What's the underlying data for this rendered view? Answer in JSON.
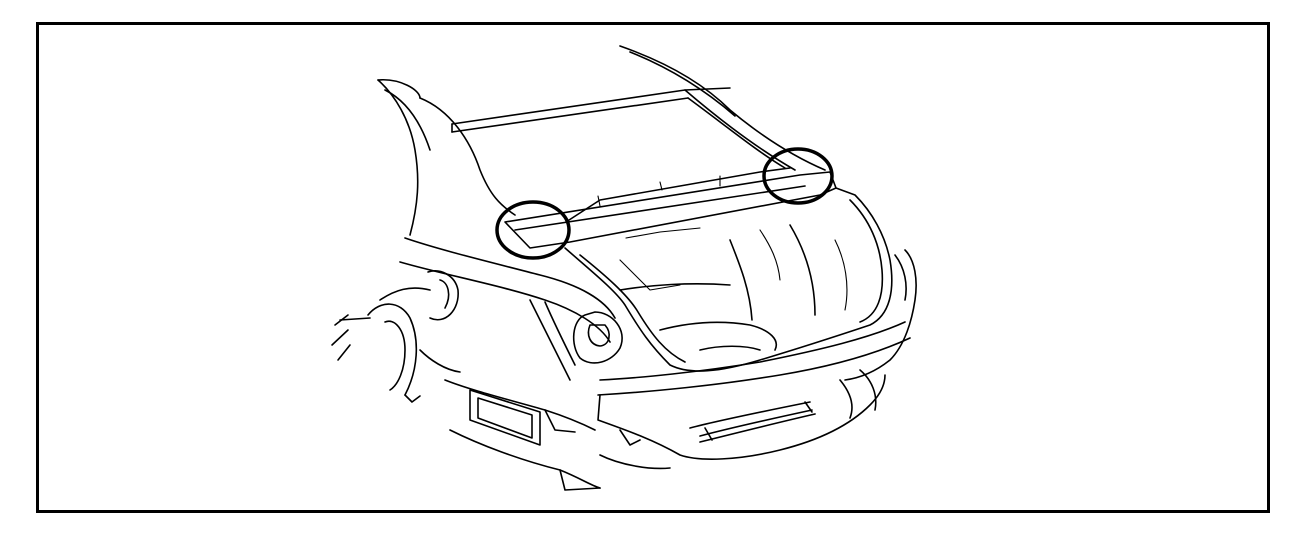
{
  "figure": {
    "subject": "vehicle-rear-body-trunk-open",
    "markers": [
      {
        "name": "left-attachment-point",
        "shape": "circle"
      },
      {
        "name": "right-attachment-point",
        "shape": "circle"
      }
    ],
    "colors": {
      "line": "#000000",
      "marker": "#000000",
      "background": "#ffffff"
    }
  }
}
